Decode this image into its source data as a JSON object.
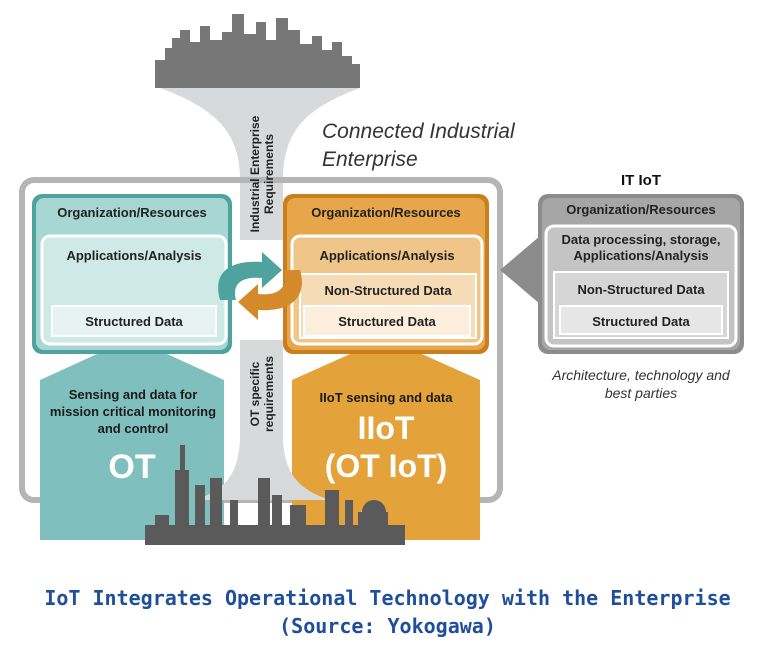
{
  "diagram": {
    "title": "Connected Industrial Enterprise",
    "top_funnel_label": "Industrial Enterprise Requirements",
    "bottom_funnel_label": "OT specific requirements",
    "ot_stack": {
      "org": "Organization/Resources",
      "apps": "Applications/Analysis",
      "structured": "Structured Data"
    },
    "iiot_stack": {
      "org": "Organization/Resources",
      "apps": "Applications/Analysis",
      "nonstructured": "Non-Structured Data",
      "structured": "Structured Data"
    },
    "it_iot": {
      "heading": "IT IoT",
      "org": "Organization/Resources",
      "apps": "Data processing, storage, Applications/Analysis",
      "nonstructured": "Non-Structured Data",
      "structured": "Structured Data",
      "note": "Architecture, technology and best parties"
    },
    "ot_house": {
      "desc": "Sensing and data for mission critical monitoring and control",
      "big": "OT"
    },
    "iiot_house": {
      "desc": "IIoT sensing and data",
      "big1": "IIoT",
      "big2": "(OT IoT)"
    },
    "colors": {
      "teal": "#7fc0bf",
      "teal_dark": "#4fa39f",
      "orange": "#e3a23a",
      "gray": "#8c8c8c",
      "caption": "#1f4e9a"
    }
  },
  "caption": {
    "line1": "IoT Integrates Operational Technology with the Enterprise",
    "line2": "(Source: Yokogawa)"
  }
}
